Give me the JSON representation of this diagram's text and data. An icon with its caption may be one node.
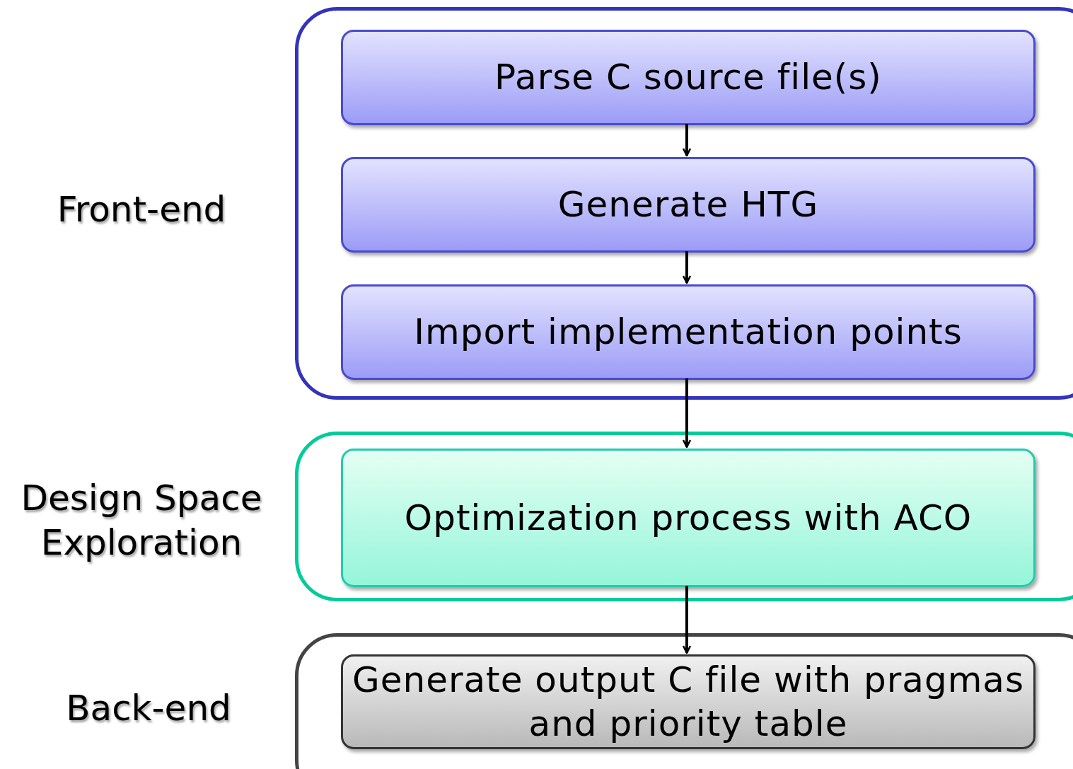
{
  "diagram": {
    "nodes": [
      {
        "text": [
          "Front-end"
        ]
      },
      {
        "text": [
          "Parse C source file(s)"
        ],
        "in": 0
      },
      {
        "text": [
          "Generate HTG"
        ],
        "in": 0
      },
      {
        "text": [
          "Import implementation points"
        ],
        "in": 0
      },
      {
        "text": [
          "Design Space Exploration"
        ]
      },
      {
        "text": [
          "Optimization process with ACO"
        ],
        "in": 4
      },
      {
        "text": [
          "Back-end"
        ]
      },
      {
        "text": [
          "Generate output C file with pragmas and priority table"
        ],
        "in": 6
      }
    ],
    "edges": [
      {
        "from": 1,
        "to": 2,
        "arrow": "to"
      },
      {
        "from": 2,
        "to": 3,
        "arrow": "to"
      },
      {
        "from": 3,
        "to": 5,
        "arrow": "to"
      },
      {
        "from": 5,
        "to": 7,
        "arrow": "to"
      }
    ]
  }
}
